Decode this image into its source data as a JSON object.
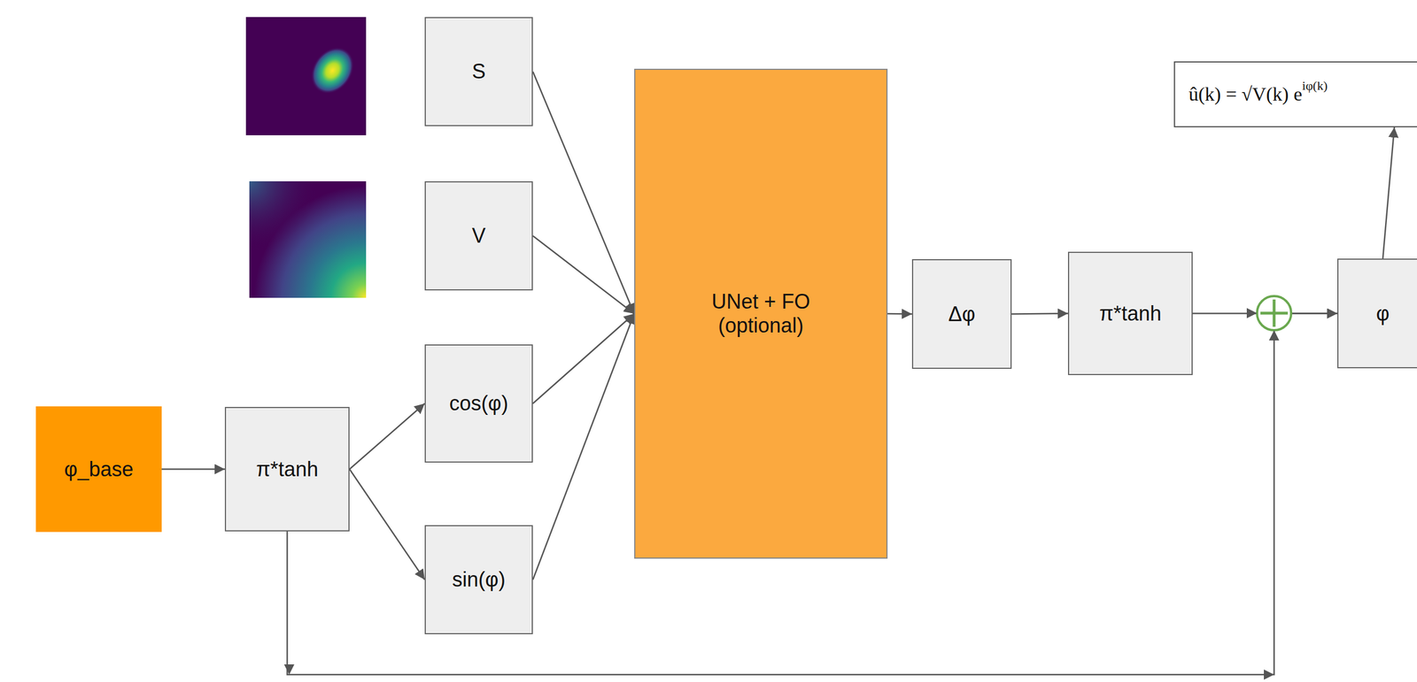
{
  "diagram": {
    "nodes": [
      {
        "text": [
          "S"
        ]
      },
      {
        "text": [
          "V"
        ]
      },
      {
        "text": [
          "cos(φ)"
        ]
      },
      {
        "text": [
          "sin(φ)"
        ]
      },
      {
        "text": [
          "φ_base"
        ]
      },
      {
        "text": [
          "π*tanh"
        ]
      },
      {
        "text": [
          "UNet + FO (optional)"
        ]
      },
      {
        "text": [
          "Δφ"
        ]
      },
      {
        "text": [
          "π*tanh"
        ]
      },
      {
        "text": [
          "φ"
        ]
      },
      {
        "text": [
          "û(k) = √V(k) e",
          "iφ(k)"
        ]
      }
    ],
    "edges": [
      {
        "from": 0,
        "to": 6,
        "arrow": "to"
      },
      {
        "from": 1,
        "to": 6,
        "arrow": "to"
      },
      {
        "from": 2,
        "to": 6,
        "arrow": "to"
      },
      {
        "from": 3,
        "to": 6,
        "arrow": "to"
      },
      {
        "from": 4,
        "to": 5,
        "arrow": "to"
      },
      {
        "from": 5,
        "to": 2,
        "arrow": "to"
      },
      {
        "from": 5,
        "to": 3,
        "arrow": "to"
      },
      {
        "from": 6,
        "to": 7,
        "arrow": "to"
      },
      {
        "from": 7,
        "to": 8,
        "arrow": "to"
      },
      {
        "from": 8,
        "to": 9,
        "arrow": "to"
      },
      {
        "from": 5,
        "to": 9,
        "arrow": "to"
      },
      {
        "from": 9,
        "to": 10,
        "arrow": "to"
      }
    ]
  }
}
